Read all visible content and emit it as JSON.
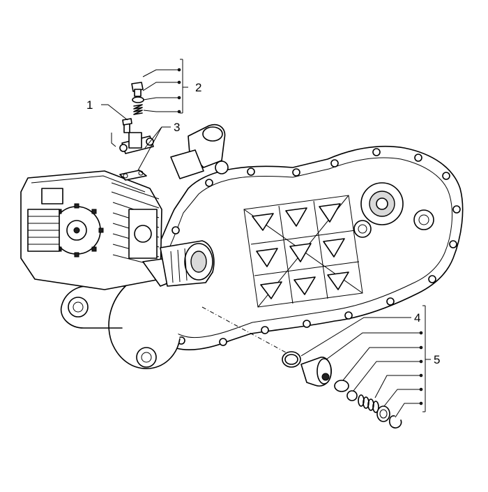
{
  "callouts": [
    {
      "id": "1",
      "label": "1"
    },
    {
      "id": "2",
      "label": "2"
    },
    {
      "id": "3",
      "label": "3"
    },
    {
      "id": "4",
      "label": "4"
    },
    {
      "id": "5",
      "label": "5"
    }
  ],
  "icons": {
    "engine_casing": "engine-crankcase-illustration",
    "cylinder_head": "cylinder-head-illustration",
    "tensioner_group": "chain-tensioner-illustration",
    "plug_group": "plug-and-spring-illustration"
  }
}
